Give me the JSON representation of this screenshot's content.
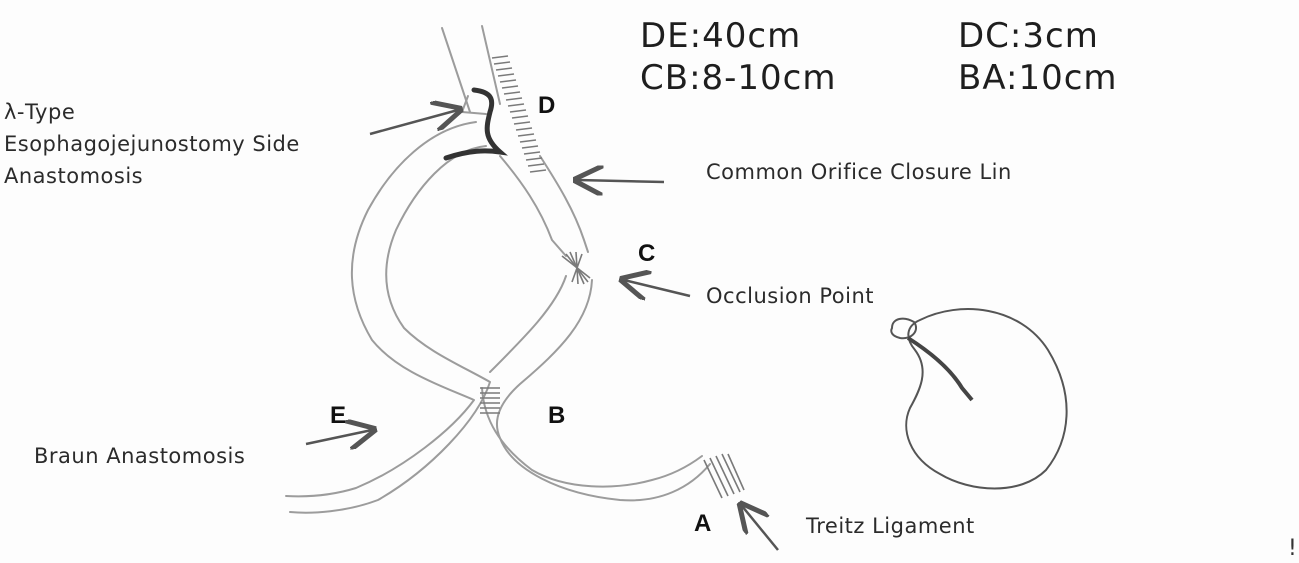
{
  "measurements": {
    "de": "DE:40cm",
    "dc": "DC:3cm",
    "cb": "CB:8-10cm",
    "ba": "BA:10cm"
  },
  "annotations": {
    "lambda_type_line1": "λ-Type",
    "lambda_type_line2": "Esophagojejunostomy Side",
    "lambda_type_line3": "Anastomosis",
    "common_orifice": "Common Orifice Closure Lin",
    "occlusion_point": "Occlusion Point",
    "braun_anastomosis": "Braun Anastomosis",
    "treitz_ligament": "Treitz Ligament"
  },
  "points": {
    "a": "A",
    "b": "B",
    "c": "C",
    "d": "D",
    "e": "E"
  },
  "corner_mark": "!",
  "colors": {
    "line": "#9a9a9a",
    "arrow": "#555555",
    "text": "#262626"
  }
}
